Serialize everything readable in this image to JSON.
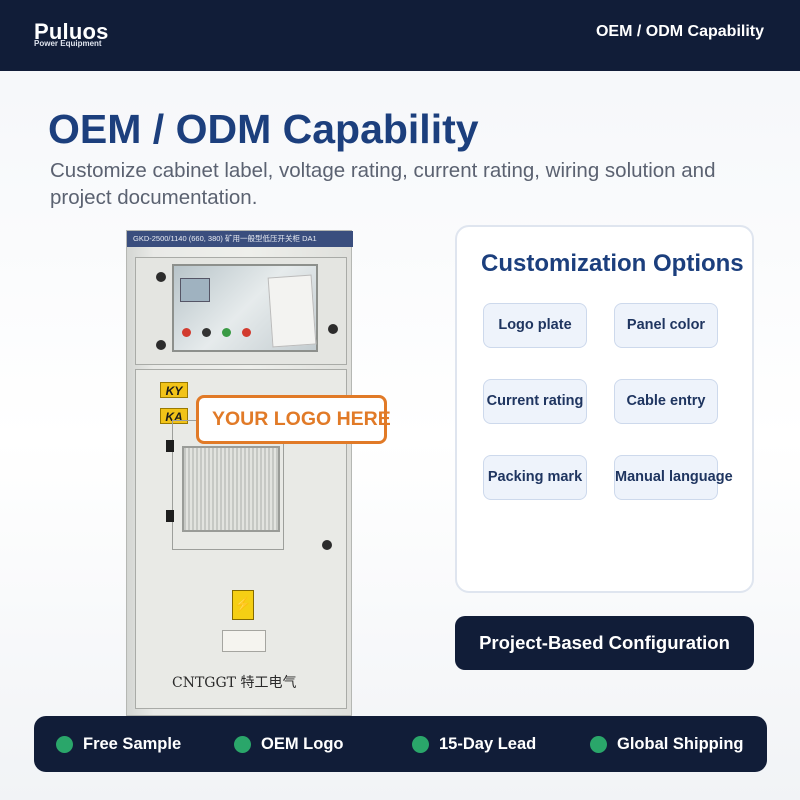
{
  "header": {
    "brand": "Puluos",
    "brand_sub": "Power Equipment",
    "nav_link": "OEM / ODM Capability"
  },
  "hero": {
    "title": "OEM / ODM Capability",
    "subtitle": "Customize cabinet label, voltage rating, current rating, wiring solution and project documentation."
  },
  "product": {
    "cabinet_strip_text": "GKD-2500/1140 (660, 380) 矿用一般型低压开关柜 DA1",
    "ky_badges": [
      "KY",
      "KA"
    ],
    "brand_plate": "CNTGGT 特工电气",
    "warning_symbol": "⚡",
    "logo_placeholder": "YOUR LOGO HERE"
  },
  "options": {
    "title": "Customization Options",
    "items": [
      "Logo plate",
      "Panel color",
      "Current rating",
      "Cable entry",
      "Packing mark",
      "Manual language"
    ]
  },
  "cta": {
    "label": "Project-Based Configuration"
  },
  "features": [
    "Free Sample",
    "OEM Logo",
    "15-Day Lead",
    "Global Shipping"
  ],
  "colors": {
    "navy": "#111d38",
    "title_blue": "#1c3f7d",
    "accent_orange": "#e17a27",
    "feature_green": "#2aa66a"
  }
}
